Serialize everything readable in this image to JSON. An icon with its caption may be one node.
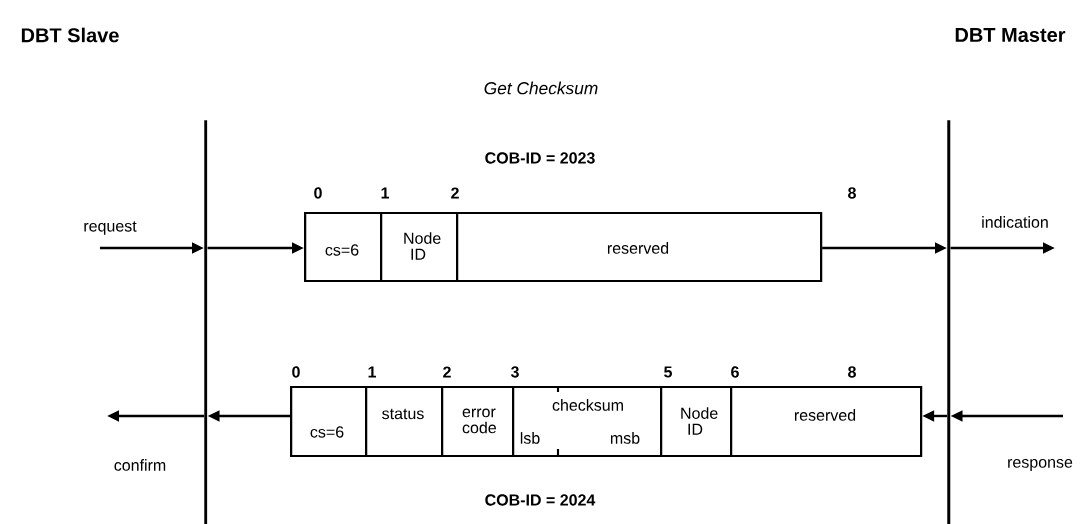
{
  "diagram": {
    "title": "Get Checksum",
    "nodes": [
      {
        "text": [],
        "shape": "bar"
      },
      {
        "text": [],
        "shape": "bar"
      },
      {
        "text": [],
        "shape": "box"
      },
      {
        "text": [
          "cs=6"
        ],
        "in": 2
      },
      {
        "text": [
          "Node ID"
        ],
        "in": 2
      },
      {
        "text": [
          "reserved"
        ],
        "in": 2
      },
      {
        "text": [],
        "shape": "box"
      },
      {
        "text": [
          "cs=6"
        ],
        "in": 6
      },
      {
        "text": [
          "status"
        ],
        "in": 6
      },
      {
        "text": [
          "error code"
        ],
        "in": 6
      },
      {
        "text": [
          "checksum",
          "lsb",
          "msb"
        ],
        "in": 6
      },
      {
        "text": [
          "Node ID"
        ],
        "in": 6
      },
      {
        "text": [
          "reserved"
        ],
        "in": 6
      }
    ],
    "edges": [
      {
        "from": null,
        "to": 0,
        "arrow": "to",
        "label": "request"
      },
      {
        "from": 0,
        "to": 2,
        "arrow": "to"
      },
      {
        "from": 2,
        "to": 1,
        "arrow": "to"
      },
      {
        "from": 1,
        "to": null,
        "arrow": "to",
        "label": "indication"
      },
      {
        "from": null,
        "to": 1,
        "arrow": "to",
        "label": "response"
      },
      {
        "from": 1,
        "to": 6,
        "arrow": "to"
      },
      {
        "from": 6,
        "to": 0,
        "arrow": "to"
      },
      {
        "from": 0,
        "to": null,
        "arrow": "to",
        "label": "confirm"
      }
    ],
    "labels": [
      "DBT Slave",
      "DBT Master",
      "COB-ID = 2023",
      "0",
      "1",
      "2",
      "8",
      "0",
      "1",
      "2",
      "3",
      "5",
      "6",
      "8",
      "COB-ID = 2024"
    ]
  }
}
